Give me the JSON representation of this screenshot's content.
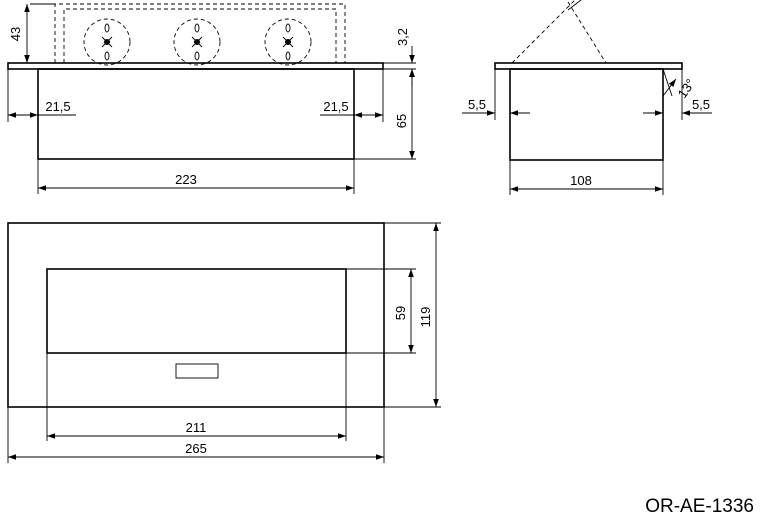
{
  "drawing": {
    "model_code": "OR-AE-1336",
    "front_view": {
      "height_above_top": "43",
      "plate_thickness": "3,2",
      "left_flange": "21,5",
      "right_flange": "21,5",
      "body_depth": "65",
      "body_width": "223",
      "socket_count": 3
    },
    "side_view": {
      "left_flange": "5,5",
      "right_flange": "5,5",
      "angle": "13°",
      "body_width": "108"
    },
    "top_view": {
      "opening_height": "59",
      "total_height": "119",
      "opening_width": "211",
      "total_width": "265"
    }
  }
}
